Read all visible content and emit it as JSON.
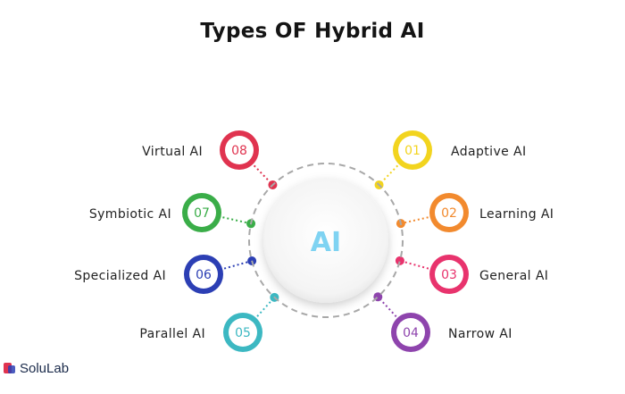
{
  "title": "Types OF Hybrid AI",
  "center_label": "AI",
  "colors": {
    "center_text": "#7fd3f2",
    "ring_dash": "#a8a8a8"
  },
  "items": [
    {
      "number": "01",
      "label": "Adaptive AI",
      "color": "#f2d41f",
      "side": "right"
    },
    {
      "number": "02",
      "label": "Learning AI",
      "color": "#f28a2e",
      "side": "right"
    },
    {
      "number": "03",
      "label": "General AI",
      "color": "#e8336d",
      "side": "right"
    },
    {
      "number": "04",
      "label": "Narrow AI",
      "color": "#8e44ad",
      "side": "right"
    },
    {
      "number": "05",
      "label": "Parallel AI",
      "color": "#3cb8c2",
      "side": "left"
    },
    {
      "number": "06",
      "label": "Specialized AI",
      "color": "#2c3fb4",
      "side": "left"
    },
    {
      "number": "07",
      "label": "Symbiotic AI",
      "color": "#3aad48",
      "side": "left"
    },
    {
      "number": "08",
      "label": "Virtual AI",
      "color": "#e0334f",
      "side": "left"
    }
  ],
  "logo": {
    "text": "SoluLab",
    "icon": "solulab-logo-icon",
    "color": "#e0334f"
  }
}
